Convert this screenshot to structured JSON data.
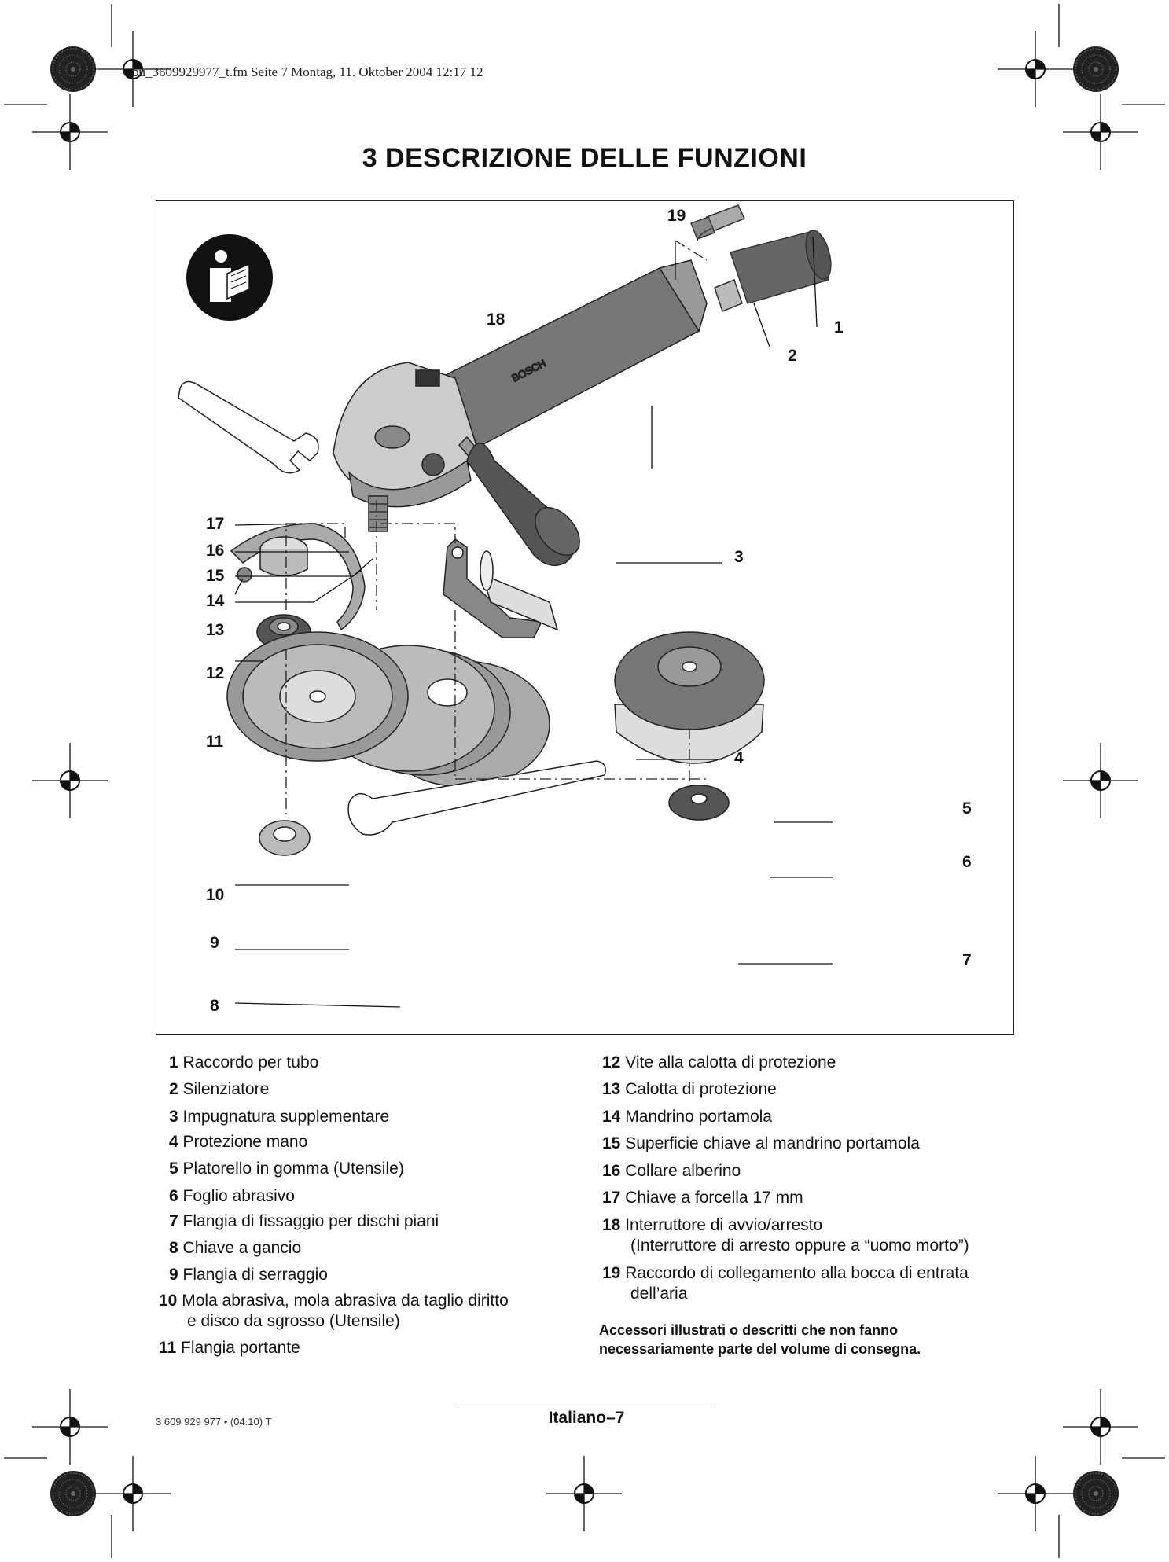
{
  "header": {
    "file_info": "bu_3609929977_t.fm  Seite 7  Montag, 11. Oktober 2004  12:17 12"
  },
  "title": "3  DESCRIZIONE DELLE FUNZIONI",
  "figure": {
    "callouts": [
      "1",
      "2",
      "3",
      "4",
      "5",
      "6",
      "7",
      "8",
      "9",
      "10",
      "11",
      "12",
      "13",
      "14",
      "15",
      "16",
      "17",
      "18",
      "19"
    ],
    "logo_text": "BOSCH"
  },
  "legend": {
    "left": [
      {
        "num": "1",
        "text": "Raccordo per tubo"
      },
      {
        "num": "2",
        "text": "Silenziatore"
      },
      {
        "num": "3",
        "text": "Impugnatura supplementare"
      },
      {
        "num": "4",
        "text": "Protezione mano"
      },
      {
        "num": "5",
        "text": "Platorello in gomma (Utensile)"
      },
      {
        "num": "6",
        "text": "Foglio abrasivo"
      },
      {
        "num": "7",
        "text": "Flangia di fissaggio per dischi piani"
      },
      {
        "num": "8",
        "text": "Chiave a gancio"
      },
      {
        "num": "9",
        "text": "Flangia di serraggio"
      },
      {
        "num": "10",
        "text": "Mola abrasiva, mola abrasiva da taglio diritto",
        "text2": "e disco da sgrosso (Utensile)"
      },
      {
        "num": "11",
        "text": "Flangia portante"
      }
    ],
    "right": [
      {
        "num": "12",
        "text": "Vite alla calotta di protezione"
      },
      {
        "num": "13",
        "text": "Calotta di protezione"
      },
      {
        "num": "14",
        "text": "Mandrino portamola"
      },
      {
        "num": "15",
        "text": "Superficie chiave al mandrino portamola"
      },
      {
        "num": "16",
        "text": "Collare alberino"
      },
      {
        "num": "17",
        "text": "Chiave a forcella 17 mm"
      },
      {
        "num": "18",
        "text": "Interruttore di avvio/arresto",
        "text2": "(Interruttore di arresto oppure a “uomo morto”)"
      },
      {
        "num": "19",
        "text": "Raccordo di collegamento alla bocca di entrata",
        "text2": "dell’aria"
      }
    ]
  },
  "note": "Accessori illustrati o descritti che non fanno necessariamente parte del volume di consegna.",
  "footer": {
    "code": "3 609 929 977  •  (04.10) T",
    "page": "Italiano–7"
  }
}
